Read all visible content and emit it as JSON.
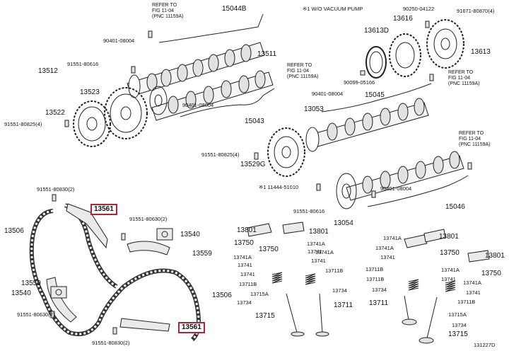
{
  "diagram": {
    "footer_code": "131227D",
    "highlight_color": "#b0243a",
    "icons": [
      "camshaft-icon",
      "timing-sprocket-icon",
      "timing-chain-icon",
      "chain-guide-icon",
      "chain-tensioner-icon",
      "valve-icon",
      "valve-spring-icon",
      "rocker-arm-icon",
      "bolt-icon",
      "gasket-icon"
    ],
    "labels": [
      {
        "id": "refer-note-1",
        "text": "REFER TO\nFIG 11-04\n(PNC 11159A)"
      },
      {
        "id": "p15044b",
        "text": "15044B"
      },
      {
        "id": "vacuum-note",
        "text": "※1 W/O VACUUM PUMP"
      },
      {
        "id": "p90250-04122",
        "text": "90250-04122"
      },
      {
        "id": "p91671-80870",
        "text": "91671-80870(4)"
      },
      {
        "id": "p90401-08004-a",
        "text": "90401-08004"
      },
      {
        "id": "p13616",
        "text": "13616"
      },
      {
        "id": "p13613d",
        "text": "13613D"
      },
      {
        "id": "p13613",
        "text": "13613"
      },
      {
        "id": "p91551-80616-a",
        "text": "91551-80616"
      },
      {
        "id": "p13512",
        "text": "13512"
      },
      {
        "id": "p13511",
        "text": "13511"
      },
      {
        "id": "refer-note-2",
        "text": "REFER TO\nFIG 11-04\n(PNC 11159A)"
      },
      {
        "id": "p90099-05166",
        "text": "90099-05166"
      },
      {
        "id": "refer-note-3",
        "text": "REFER TO\nFIG 11-04\n(PNC 11159A)"
      },
      {
        "id": "p13523",
        "text": "13523"
      },
      {
        "id": "p90401-08004-b",
        "text": "90401-08004"
      },
      {
        "id": "p15045",
        "text": "15045"
      },
      {
        "id": "p90401-08004-c",
        "text": "90401-08004"
      },
      {
        "id": "p13053",
        "text": "13053"
      },
      {
        "id": "p13522",
        "text": "13522"
      },
      {
        "id": "p15043",
        "text": "15043"
      },
      {
        "id": "p91551-80825-a",
        "text": "91551-80825(4)"
      },
      {
        "id": "refer-note-4",
        "text": "REFER TO\nFIG 11-04\n(PNC 11159A)"
      },
      {
        "id": "p91551-80825-b",
        "text": "91551-80825(4)"
      },
      {
        "id": "p13529g",
        "text": "13529G"
      },
      {
        "id": "p11444-51010",
        "text": "※1 11444-51010"
      },
      {
        "id": "p90401-08004-d",
        "text": "90401-08004"
      },
      {
        "id": "p91551-80830-a",
        "text": "91551-80830(2)"
      },
      {
        "id": "p15046",
        "text": "15046"
      },
      {
        "id": "p91551-80616-b",
        "text": "91551-80616"
      },
      {
        "id": "p13561-top",
        "text": "13561",
        "highlight": true
      },
      {
        "id": "p91551-80630-a",
        "text": "91551-80630(2)"
      },
      {
        "id": "p13054",
        "text": "13054"
      },
      {
        "id": "p13506-left",
        "text": "13506"
      },
      {
        "id": "p13540-right",
        "text": "13540"
      },
      {
        "id": "p13559-right",
        "text": "13559"
      },
      {
        "id": "p13801-a",
        "text": "13801"
      },
      {
        "id": "p13801-b",
        "text": "13801"
      },
      {
        "id": "p13741a-a",
        "text": "13741A"
      },
      {
        "id": "p13801-c",
        "text": "13801"
      },
      {
        "id": "p13750-a",
        "text": "13750"
      },
      {
        "id": "p13750-b",
        "text": "13750"
      },
      {
        "id": "p13741a-b",
        "text": "13741A"
      },
      {
        "id": "p13741a-c",
        "text": "13741A"
      },
      {
        "id": "p13750-c",
        "text": "13750"
      },
      {
        "id": "p13741-a",
        "text": "13741"
      },
      {
        "id": "p13741a-d",
        "text": "13741A"
      },
      {
        "id": "p13741-b",
        "text": "13741"
      },
      {
        "id": "p13741-c",
        "text": "13741"
      },
      {
        "id": "p13801-d",
        "text": "13801"
      },
      {
        "id": "p13741a-e",
        "text": "13741A"
      },
      {
        "id": "p13741-d",
        "text": "13741"
      },
      {
        "id": "p13711b-a",
        "text": "13711B"
      },
      {
        "id": "p13711b-b",
        "text": "13711B"
      },
      {
        "id": "p13741a-f",
        "text": "13741A"
      },
      {
        "id": "p13750-d",
        "text": "13750"
      },
      {
        "id": "p13559-left",
        "text": "13559"
      },
      {
        "id": "p13741-e",
        "text": "13741"
      },
      {
        "id": "p13711b-c",
        "text": "13711B"
      },
      {
        "id": "p13741-f",
        "text": "13741"
      },
      {
        "id": "p13741a-g",
        "text": "13741A"
      },
      {
        "id": "p13711b-d",
        "text": "13711B"
      },
      {
        "id": "p13734-a",
        "text": "13734"
      },
      {
        "id": "p13741-g",
        "text": "13741"
      },
      {
        "id": "p13506-right",
        "text": "13506"
      },
      {
        "id": "p13540-left",
        "text": "13540"
      },
      {
        "id": "p13715a-a",
        "text": "13715A"
      },
      {
        "id": "p13734-b",
        "text": "13734"
      },
      {
        "id": "p13711b-e",
        "text": "13711B"
      },
      {
        "id": "p13734-c",
        "text": "13734"
      },
      {
        "id": "p13711-a",
        "text": "13711"
      },
      {
        "id": "p13711-b",
        "text": "13711"
      },
      {
        "id": "p91551-80630-b",
        "text": "91551-80630(2)"
      },
      {
        "id": "p13715a-b",
        "text": "13715A"
      },
      {
        "id": "p13715-a",
        "text": "13715"
      },
      {
        "id": "p13734-d",
        "text": "13734"
      },
      {
        "id": "p13561-bottom",
        "text": "13561",
        "highlight": true
      },
      {
        "id": "p13715-b",
        "text": "13715"
      },
      {
        "id": "p91551-80830-b",
        "text": "91551-80830(2)"
      },
      {
        "id": "footer-code",
        "text": "131227D"
      }
    ]
  }
}
